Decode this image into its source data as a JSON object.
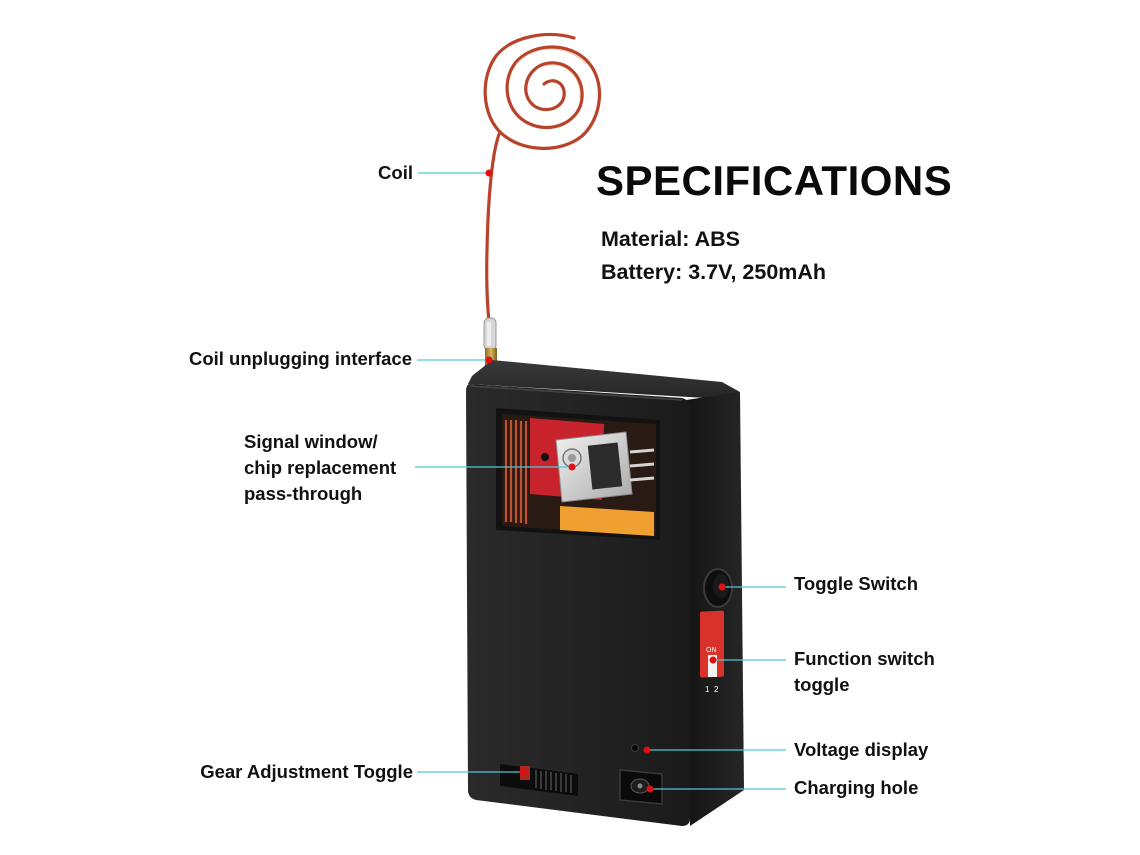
{
  "specifications": {
    "title": "SPECIFICATIONS",
    "material": "Material: ABS",
    "battery": "Battery: 3.7V, 250mAh"
  },
  "callouts": {
    "coil": "Coil",
    "coil_unplugging_interface": "Coil unplugging interface",
    "signal_window": [
      "Signal window/",
      "chip replacement",
      "pass-through"
    ],
    "toggle_switch": "Toggle Switch",
    "function_switch": [
      "Function switch",
      "toggle"
    ],
    "voltage_display": "Voltage display",
    "gear_adjustment_toggle": "Gear Adjustment Toggle",
    "charging_hole": "Charging hole"
  },
  "dip_switch_text": {
    "on": "ON",
    "pos1": "1",
    "pos2": "2"
  },
  "colors": {
    "leader_line": "#4fc6d8",
    "marker_dot": "#e01010",
    "device_body": "#1f1f1f",
    "coil_copper": "#b8432a",
    "dip_switch": "#d9322b",
    "chip_board": "#c8232d",
    "battery_tape": "#f0a030"
  }
}
